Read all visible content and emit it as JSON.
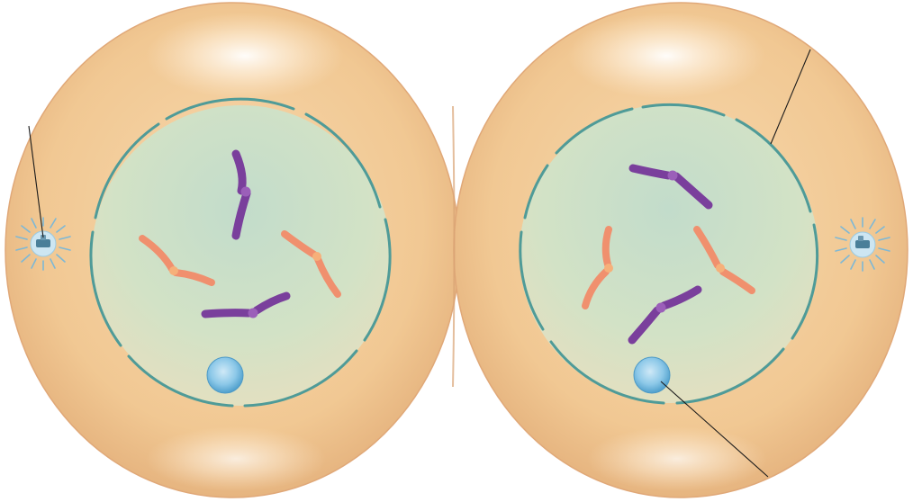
{
  "diagram": {
    "subject": "cell-division-two-daughter-cells",
    "colors": {
      "cytoplasm": "#f1c893",
      "cytoplasm_highlight": "#fbe8cf",
      "nucleus_fill": "#d4e2c4",
      "nucleus_center": "#c6dcc8",
      "nuclear_envelope": "#4f9b98",
      "nucleolus": "#79bde2",
      "chromosome_purple": "#7a3f9c",
      "chromosome_orange": "#f0906e",
      "centrosome": "#7db8d6",
      "leader_line": "#1a1a1a"
    },
    "cells": [
      {
        "id": "left",
        "chromosomes": [
          {
            "color": "purple"
          },
          {
            "color": "orange"
          },
          {
            "color": "orange"
          },
          {
            "color": "purple"
          }
        ]
      },
      {
        "id": "right",
        "chromosomes": [
          {
            "color": "purple"
          },
          {
            "color": "orange"
          },
          {
            "color": "orange"
          },
          {
            "color": "purple"
          }
        ]
      }
    ]
  }
}
